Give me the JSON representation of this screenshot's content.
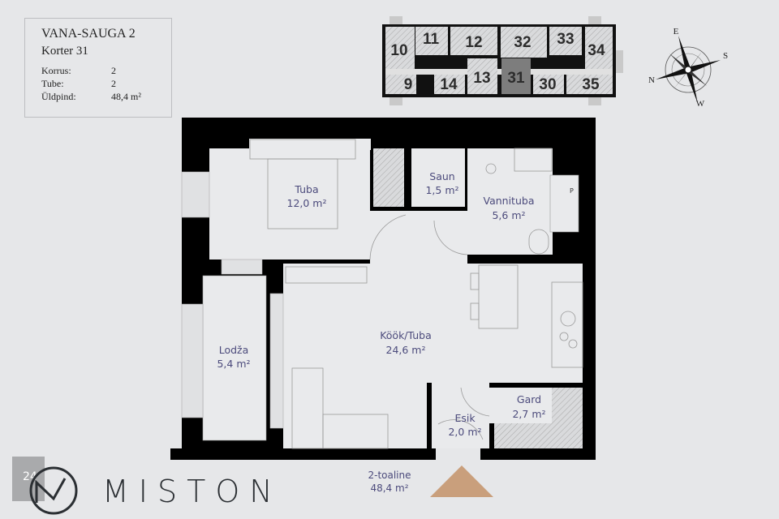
{
  "info": {
    "project": "VANA-SAUGA 2",
    "apartment": "Korter 31",
    "rows": [
      {
        "label": "Korrus:",
        "value": "2"
      },
      {
        "label": "Tube:",
        "value": "2"
      },
      {
        "label": "Üldpind:",
        "value": "48,4 m²"
      }
    ]
  },
  "key_plan": {
    "units": [
      "10",
      "11",
      "12",
      "32",
      "33",
      "34",
      "9",
      "14",
      "13",
      "31",
      "30",
      "35"
    ],
    "highlighted": "31",
    "highlight_color": "#7d7d7d"
  },
  "compass": {
    "north": "N",
    "east": "E",
    "south": "S",
    "west": "W"
  },
  "rooms": [
    {
      "name": "Tuba",
      "area": "12,0 m²"
    },
    {
      "name": "Saun",
      "area": "1,5 m²"
    },
    {
      "name": "Vannituba",
      "area": "5,6 m²"
    },
    {
      "name": "Köök/Tuba",
      "area": "24,6 m²"
    },
    {
      "name": "Lodža",
      "area": "5,4 m²"
    },
    {
      "name": "Esik",
      "area": "2,0 m²"
    },
    {
      "name": "Gard",
      "area": "2,7 m²"
    }
  ],
  "fixture_labels": {
    "boiler": "P"
  },
  "total": {
    "type": "2-toaline",
    "area": "48,4 m²"
  },
  "brand": {
    "name": "MISTON",
    "badge": "24"
  },
  "colors": {
    "wall": "#000000",
    "room": "#e9eaec",
    "label": "#4c4b7c",
    "entrance": "#c99f7c"
  }
}
